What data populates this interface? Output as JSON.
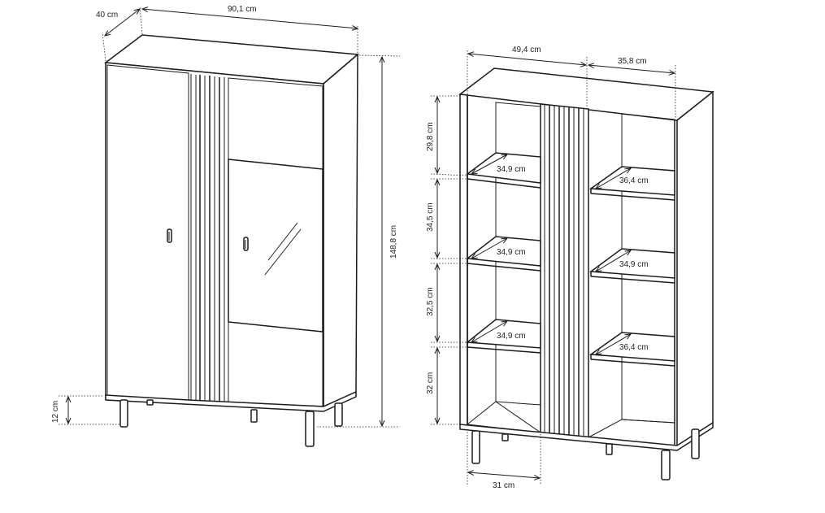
{
  "front_view": {
    "dimensions": {
      "depth": "40 cm",
      "width": "90,1 cm",
      "height": "148,8 cm",
      "leg_height": "12 cm"
    }
  },
  "open_view": {
    "dimensions": {
      "left_width": "49,4 cm",
      "right_width": "35,8 cm",
      "height_1": "29,8 cm",
      "height_2": "34,5 cm",
      "height_3": "32,5 cm",
      "height_4": "32 cm",
      "left_shelf_1": "34,9 cm",
      "left_shelf_2": "34,9 cm",
      "left_shelf_3": "34,9 cm",
      "right_shelf_1": "36,4 cm",
      "right_shelf_2": "34,9 cm",
      "right_shelf_3": "36,4 cm",
      "bottom_width": "31 cm"
    }
  }
}
